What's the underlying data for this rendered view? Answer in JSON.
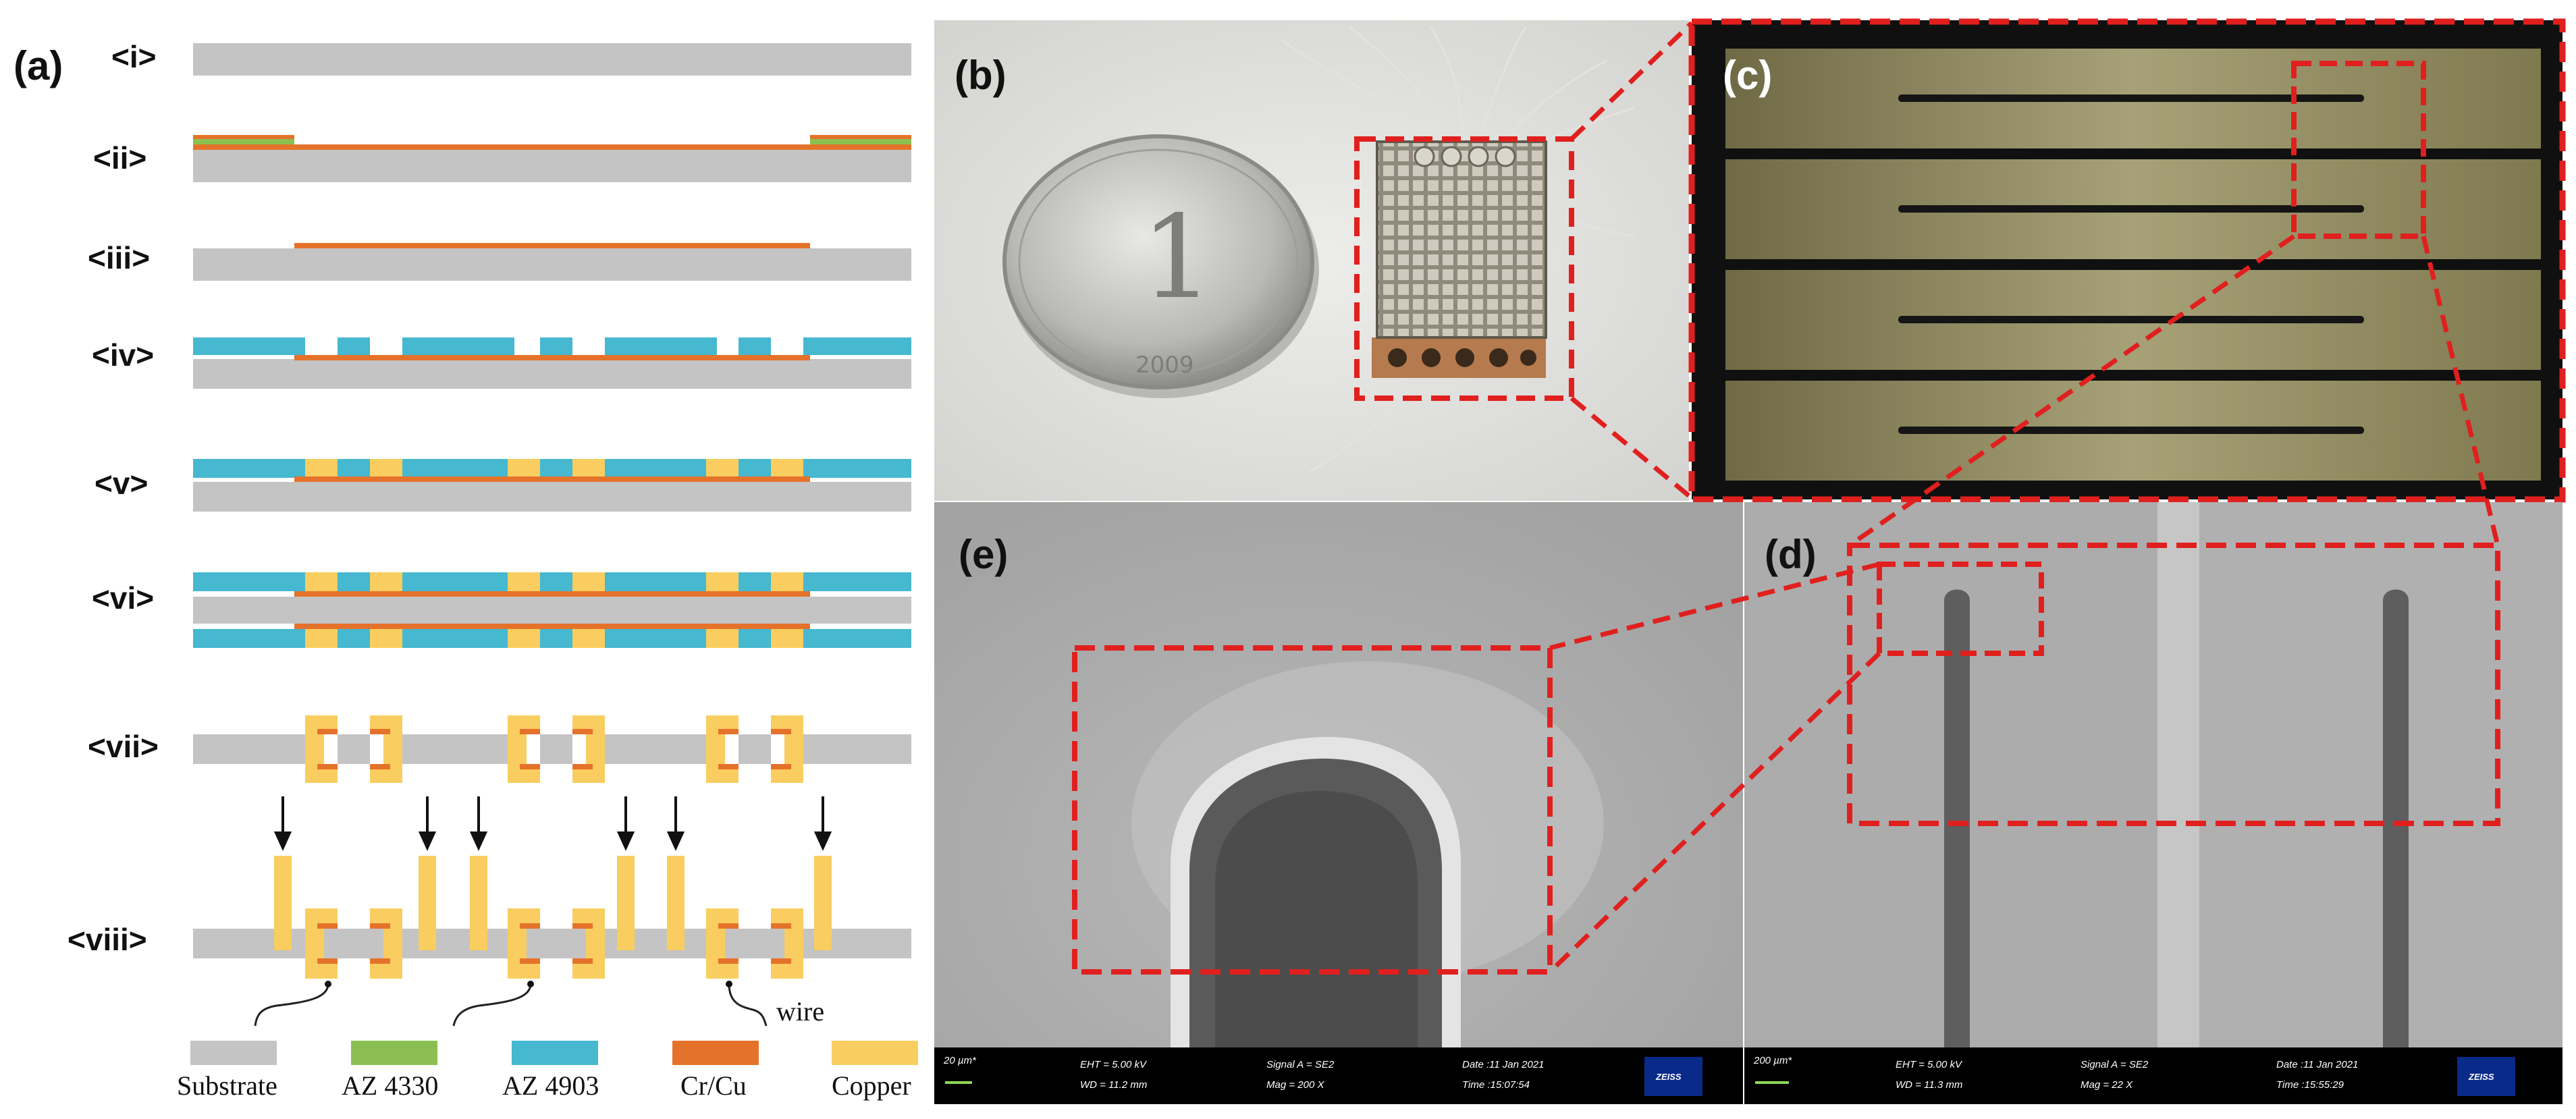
{
  "panel_a": {
    "letter": "(a)",
    "steps": [
      "<i>",
      "<ii>",
      "<iii>",
      "<iv>",
      "<v>",
      "<vi>",
      "<vii>",
      "<viii>"
    ],
    "wire_label": "wire",
    "legend": [
      {
        "label": "Substrate",
        "color": "#c4c4c4"
      },
      {
        "label": "AZ 4330",
        "color": "#8cbf52"
      },
      {
        "label": "AZ 4903",
        "color": "#46b8d0"
      },
      {
        "label": "Cr/Cu",
        "color": "#e5722a"
      },
      {
        "label": "Copper",
        "color": "#f9cd5f"
      }
    ]
  },
  "panel_b": {
    "letter": "(b)",
    "coin_numeral": "1",
    "coin_year": "2009"
  },
  "panel_c": {
    "letter": "(c)"
  },
  "panel_d": {
    "letter": "(d)",
    "scale": "200 µm*",
    "eht": "EHT = 5.00 kV",
    "wd": "WD = 11.3 mm",
    "signal": "Signal A = SE2",
    "mag": "Mag =    22 X",
    "date": "Date :11 Jan 2021",
    "time": "Time :15:55:29",
    "logo": "ZEISS"
  },
  "panel_e": {
    "letter": "(e)",
    "scale": "20 µm*",
    "eht": "EHT = 5.00 kV",
    "wd": "WD = 11.2 mm",
    "signal": "Signal A = SE2",
    "mag": "Mag =  200 X",
    "date": "Date :11 Jan 2021",
    "time": "Time :15:07:54",
    "logo": "ZEISS"
  },
  "colors": {
    "substrate": "#c4c4c4",
    "az4330": "#8cbf52",
    "az4903": "#46b8d0",
    "crcu": "#e5722a",
    "copper": "#f9cd5f",
    "highlight": "#e0201e"
  }
}
